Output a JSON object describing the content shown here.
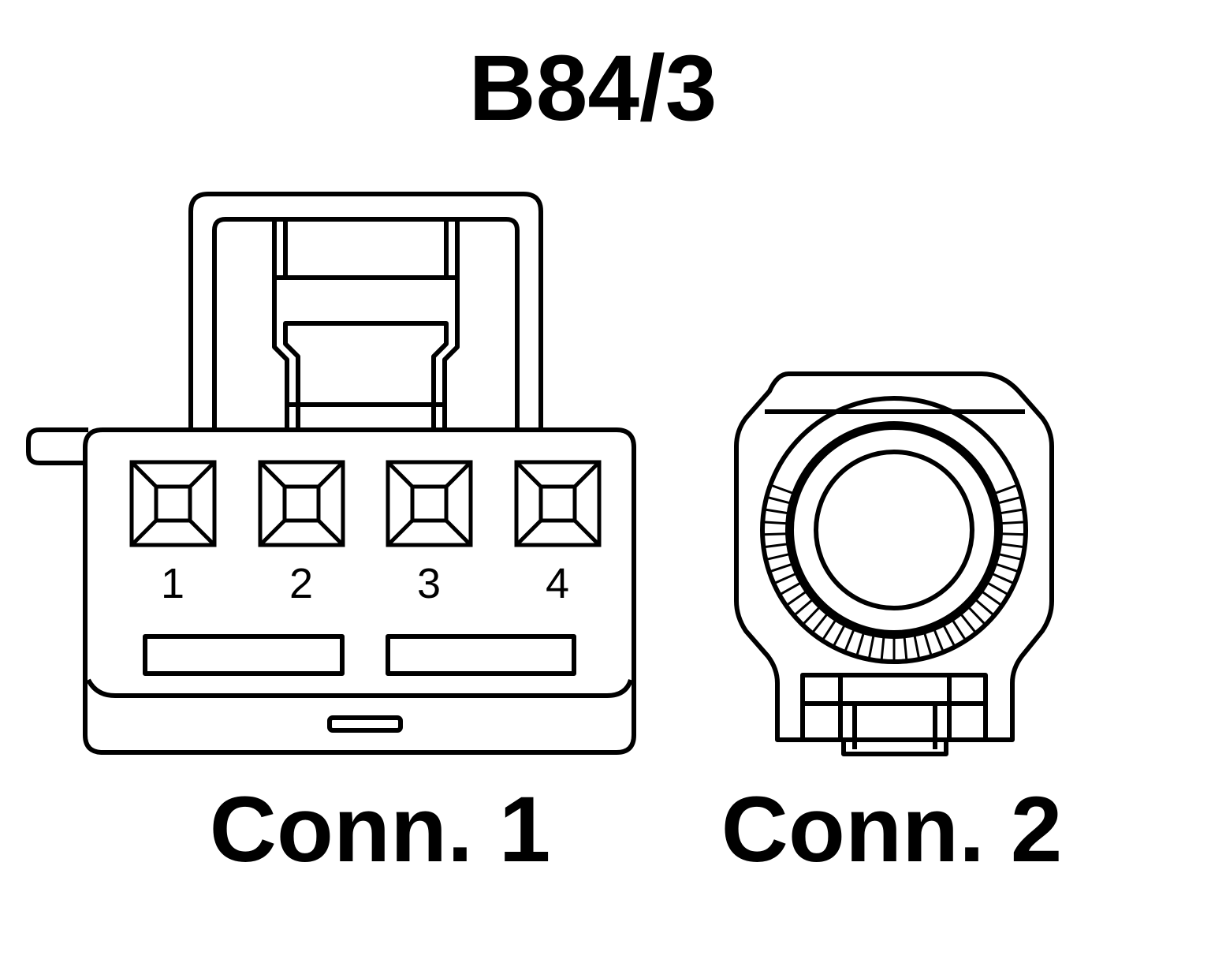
{
  "title": "B84/3",
  "connector1": {
    "label": "Conn. 1",
    "pins": [
      "1",
      "2",
      "3",
      "4"
    ]
  },
  "connector2": {
    "label": "Conn. 2"
  },
  "colors": {
    "line": "#000000",
    "background": "#ffffff"
  }
}
